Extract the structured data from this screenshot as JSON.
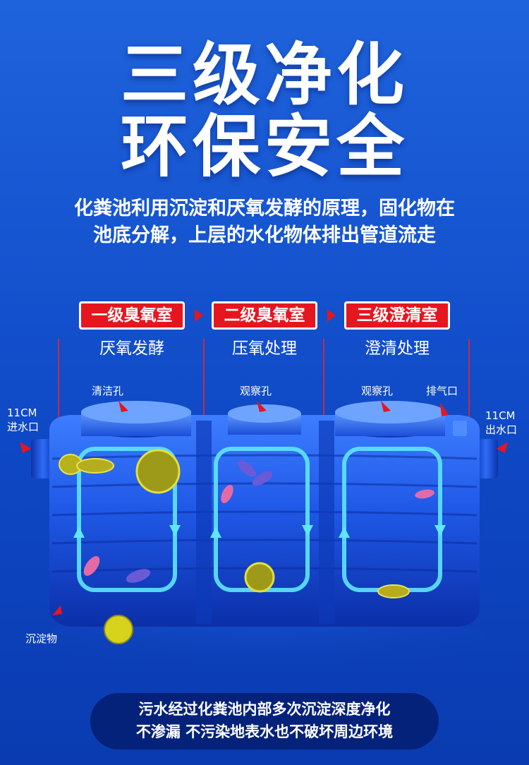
{
  "title": {
    "line1": "三级净化",
    "line2": "环保安全"
  },
  "description": {
    "line1": "化粪池利用沉淀和厌氧发酵的原理，固化物在",
    "line2": "池底分解，上层的水化物体排出管道流走"
  },
  "stages": [
    {
      "name": "一级臭氧室",
      "process": "厌氧发酵"
    },
    {
      "name": "二级臭氧室",
      "process": "压氧处理"
    },
    {
      "name": "三级澄清室",
      "process": "澄清处理"
    }
  ],
  "labels": {
    "cleaning_hole": "清洁孔",
    "observe_hole_1": "观察孔",
    "observe_hole_2": "观察孔",
    "exhaust_port": "排气口",
    "inlet_size": "11CM",
    "inlet": "进水口",
    "outlet_size": "11CM",
    "outlet": "出水口",
    "sediment": "沉淀物"
  },
  "footer": {
    "line1": "污水经过化粪池内部多次沉淀深度净化",
    "line2": "不渗漏  不污染地表水也不破坏周边环境"
  },
  "colors": {
    "background": "#1553cf",
    "accent_red": "#e5161e",
    "flow_cyan": "#5fe6ff",
    "tank_blue": "#1a4fe0"
  }
}
